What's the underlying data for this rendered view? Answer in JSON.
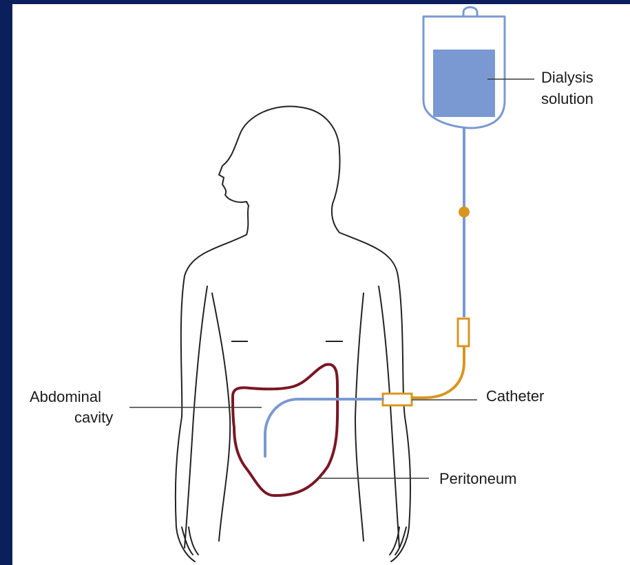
{
  "labels": {
    "dialysis_solution": [
      "Dialysis",
      "solution"
    ],
    "catheter": "Catheter",
    "abdominal_cavity": [
      "Abdominal",
      "cavity"
    ],
    "peritoneum": "Peritoneum"
  },
  "colors": {
    "border": "#0b1f5c",
    "background": "#ffffff",
    "body_outline": "#222222",
    "bag_tube": "#7a99d2",
    "bag_fill": "#7a99d2",
    "catheter": "#d8961f",
    "peritoneum": "#7a1624",
    "leader_line": "#3a3a3a"
  }
}
